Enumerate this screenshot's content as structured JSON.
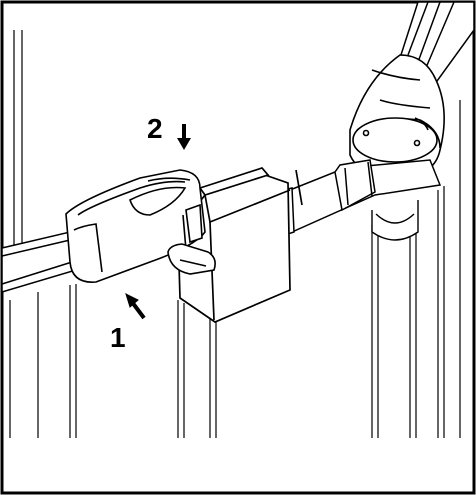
{
  "steps": [
    {
      "number": "1",
      "direction": "up-left"
    },
    {
      "number": "2",
      "direction": "down"
    }
  ],
  "colors": {
    "line": "#000000",
    "background": "#ffffff"
  }
}
